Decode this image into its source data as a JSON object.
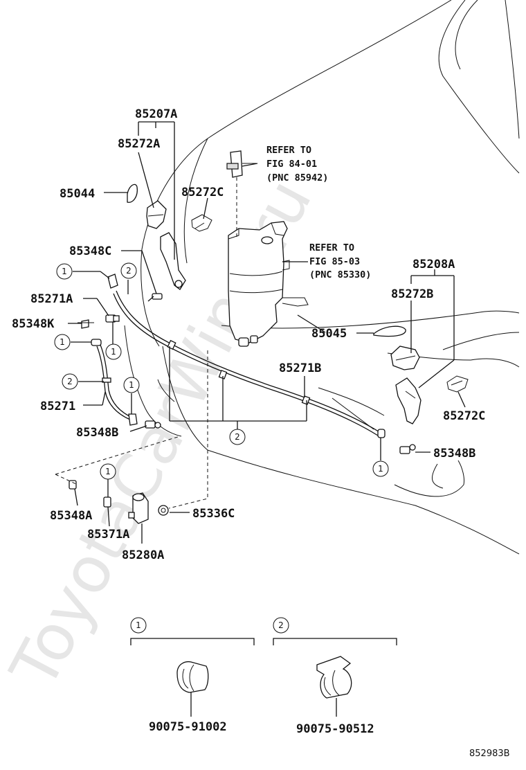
{
  "labels": {
    "p85207A": "85207A",
    "p85272A": "85272A",
    "p85044": "85044",
    "p85272C_top": "85272C",
    "p85348C": "85348C",
    "p85271A": "85271A",
    "p85348K": "85348K",
    "p85271": "85271",
    "p85348B_left": "85348B",
    "p85348A": "85348A",
    "p85371A": "85371A",
    "p85280A": "85280A",
    "p85336C": "85336C",
    "p85271B": "85271B",
    "p85045": "85045",
    "p85208A": "85208A",
    "p85272B": "85272B",
    "p85272C_right": "85272C",
    "p85348B_right": "85348B",
    "p90075_91002": "90075-91002",
    "p90075_90512": "90075-90512"
  },
  "refs": {
    "ref1_line1": "REFER TO",
    "ref1_line2": "FIG 84-01",
    "ref1_line3": "(PNC 85942)",
    "ref2_line1": "REFER TO",
    "ref2_line2": "FIG 85-03",
    "ref2_line3": "(PNC 85330)"
  },
  "callouts": {
    "one": "1",
    "two": "2"
  },
  "figure_id": "852983B",
  "watermark": "ToyotaCarWine.ru"
}
